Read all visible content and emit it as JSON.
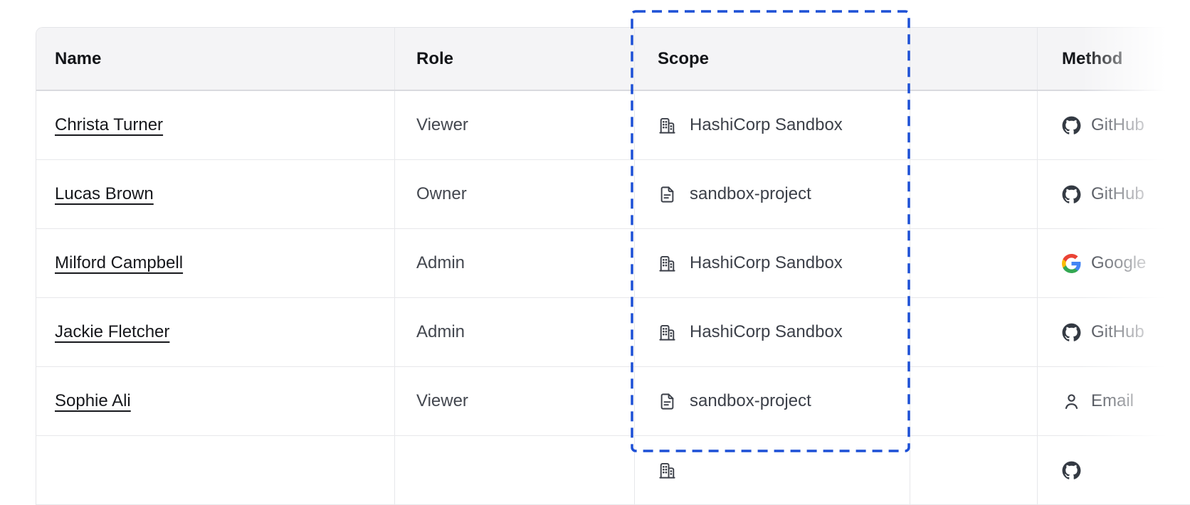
{
  "table": {
    "columns": [
      {
        "label": "Name"
      },
      {
        "label": "Role"
      },
      {
        "label": "Scope"
      },
      {
        "label": ""
      },
      {
        "label": "Method"
      }
    ],
    "rows": [
      {
        "name": "Christa Turner",
        "role": "Viewer",
        "scope": "HashiCorp Sandbox",
        "scope_icon": "organization-icon",
        "method": "GitHub",
        "method_icon": "github-icon"
      },
      {
        "name": "Lucas Brown",
        "role": "Owner",
        "scope": "sandbox-project",
        "scope_icon": "document-icon",
        "method": "GitHub",
        "method_icon": "github-icon"
      },
      {
        "name": "Milford Campbell",
        "role": "Admin",
        "scope": "HashiCorp Sandbox",
        "scope_icon": "organization-icon",
        "method": "Google",
        "method_icon": "google-icon"
      },
      {
        "name": "Jackie Fletcher",
        "role": "Admin",
        "scope": "HashiCorp Sandbox",
        "scope_icon": "organization-icon",
        "method": "GitHub",
        "method_icon": "github-icon"
      },
      {
        "name": "Sophie Ali",
        "role": "Viewer",
        "scope": "sandbox-project",
        "scope_icon": "document-icon",
        "method": "Email",
        "method_icon": "email-icon"
      },
      {
        "name": "",
        "role": "",
        "scope": "",
        "scope_icon": "organization-icon",
        "method": "",
        "method_icon": "github-icon"
      }
    ]
  },
  "annotation": {
    "type": "dashed-highlight-box",
    "target": "scope-column",
    "color": "#1d50d6"
  },
  "colors": {
    "header_bg": "#f4f4f6",
    "row_border": "#e7e8eb",
    "header_border": "#d9dadf",
    "text_primary": "#17181c",
    "text_secondary": "#43474f",
    "icon_dark": "#3b3f48",
    "github_mark": "#343a43",
    "google_blue": "#4285f4",
    "google_red": "#ea4335",
    "google_yellow": "#fbbc05",
    "google_green": "#34a853"
  }
}
